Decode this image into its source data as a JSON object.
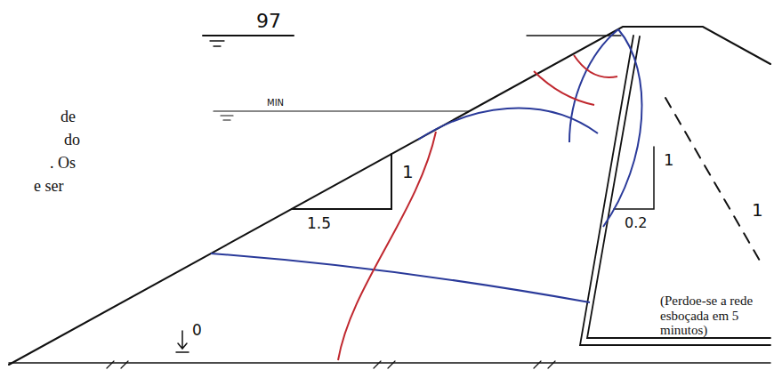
{
  "diagram": {
    "labels": [
      "97",
      "MIN",
      "1",
      "1.5",
      "1",
      "0.2",
      "1",
      "0",
      "(Perdoe-se a rede esboçada em 5 minutos)",
      "de",
      "do",
      ". Os",
      "e ser"
    ]
  }
}
